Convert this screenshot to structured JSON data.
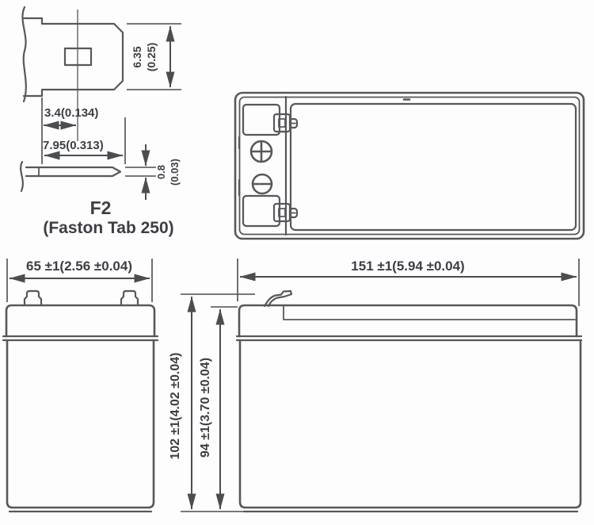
{
  "diagram_title": "battery-outline-dimension-drawing",
  "colors": {
    "background": "#fdfdfd",
    "line": "#56585b",
    "dimension": "#4b4d50",
    "text": "#3c3f44"
  },
  "terminal_detail": {
    "title": "F2",
    "subtitle": "(Faston Tab 250)",
    "dim_tab_offset": "3.4(0.134)",
    "dim_tab_width": "7.95(0.313)",
    "dim_tab_height_mm": "6.35",
    "dim_tab_height_in": "(0.25)",
    "dim_tab_thickness_mm": "0.8",
    "dim_tab_thickness_in": "(0.03)"
  },
  "top_view": {
    "icons": {
      "positive_terminal": "⊕",
      "negative_terminal": "⊖"
    }
  },
  "end_view": {
    "dim_width": "65 ±1(2.56 ±0.04)"
  },
  "side_view": {
    "dim_length": "151 ±1(5.94 ±0.04)",
    "dim_height_total": "102 ±1(4.02 ±0.04)",
    "dim_height_case": "94 ±1(3.70 ±0.04)"
  }
}
